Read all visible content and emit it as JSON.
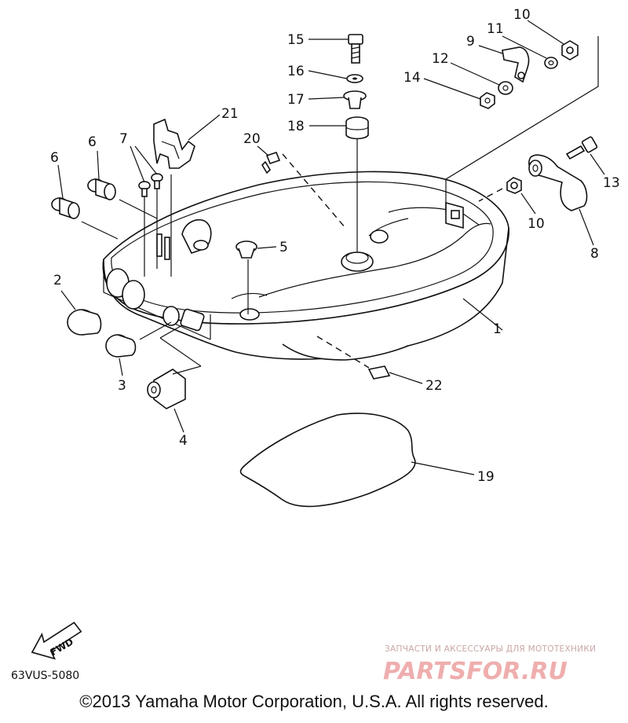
{
  "diagram": {
    "code": "63VUS-5080",
    "copyright": "©2013 Yamaha Motor Corporation, U.S.A. All rights reserved.",
    "direction_tag": "FWD",
    "callouts": [
      "1",
      "2",
      "3",
      "4",
      "5",
      "6",
      "6",
      "7",
      "8",
      "9",
      "10",
      "10",
      "11",
      "12",
      "13",
      "14",
      "15",
      "16",
      "17",
      "18",
      "19",
      "20",
      "21",
      "22"
    ]
  },
  "watermark": {
    "caption": "ЗАПЧАСТИ И АКСЕССУАРЫ ДЛЯ МОТОТЕХНИКИ",
    "brand": "PARTSFOR.RU",
    "color": "#e88b8b"
  }
}
